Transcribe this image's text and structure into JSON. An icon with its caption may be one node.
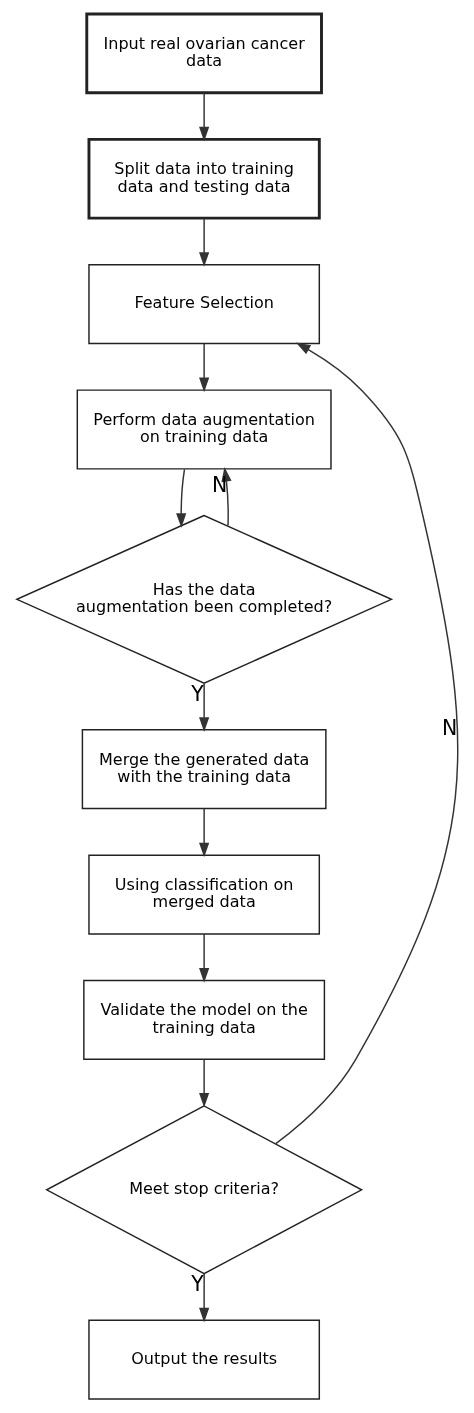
{
  "diagram": {
    "nodes": [
      {
        "text": [
          "Input real ovarian cancer data"
        ]
      },
      {
        "text": [
          "Split data into training data and testing data"
        ]
      },
      {
        "text": [
          "Feature Selection"
        ]
      },
      {
        "text": [
          "Perform data augmentation on training data"
        ]
      },
      {
        "text": [
          "Has the data augmentation been completed?"
        ]
      },
      {
        "text": [
          "Merge the generated data with the training data"
        ]
      },
      {
        "text": [
          "Using classification on merged data"
        ]
      },
      {
        "text": [
          "Validate the model on the training data"
        ]
      },
      {
        "text": [
          "Meet stop criteria?"
        ]
      },
      {
        "text": [
          "Output the results"
        ]
      }
    ],
    "edges": [
      {
        "from": 0,
        "to": 1,
        "arrow": "to"
      },
      {
        "from": 1,
        "to": 2,
        "arrow": "to"
      },
      {
        "from": 2,
        "to": 3,
        "arrow": "to"
      },
      {
        "from": 3,
        "to": 4,
        "arrow": "to"
      },
      {
        "from": 4,
        "to": 3,
        "arrow": "to",
        "label": "N"
      },
      {
        "from": 4,
        "to": 5,
        "arrow": "to",
        "label": "Y"
      },
      {
        "from": 5,
        "to": 6,
        "arrow": "to"
      },
      {
        "from": 6,
        "to": 7,
        "arrow": "to"
      },
      {
        "from": 7,
        "to": 8,
        "arrow": "to"
      },
      {
        "from": 8,
        "to": 2,
        "arrow": "to",
        "label": "N"
      },
      {
        "from": 8,
        "to": 9,
        "arrow": "to",
        "label": "Y"
      }
    ]
  }
}
